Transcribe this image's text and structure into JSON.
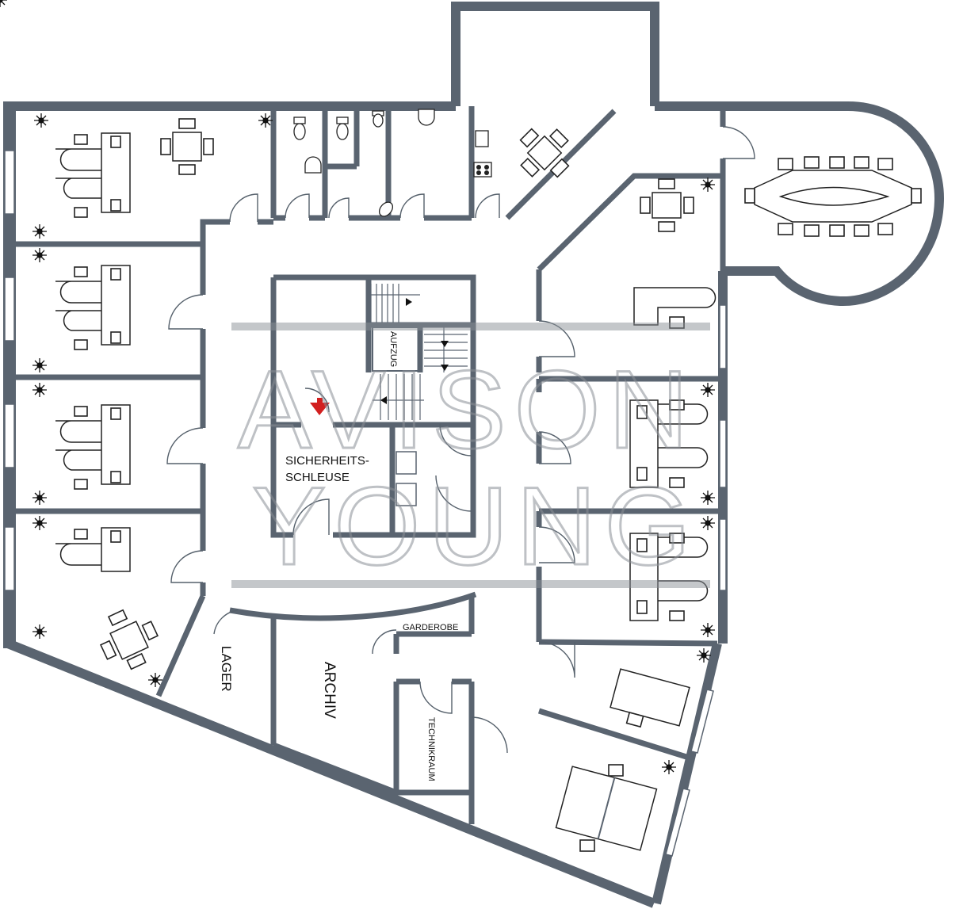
{
  "rooms": {
    "aufzug": "AUFZUG",
    "sicherheitsschleuse_line1": "SICHERHEITS-",
    "sicherheitsschleuse_line2": "SCHLEUSE",
    "lager": "LAGER",
    "archiv": "ARCHIV",
    "garderobe": "GARDEROBE",
    "technikraum": "TECHNIKRAUM"
  },
  "watermark": {
    "line1": "AVISON",
    "line2": "YOUNG"
  },
  "colors": {
    "wall": "#5a6470",
    "fire_arrow": "#d21f1f",
    "watermark": "#8a8f96"
  },
  "icons": [
    "plant-icon",
    "toilet-icon",
    "sink-icon",
    "stove-icon",
    "arrow-icon",
    "fire-exit-icon"
  ]
}
